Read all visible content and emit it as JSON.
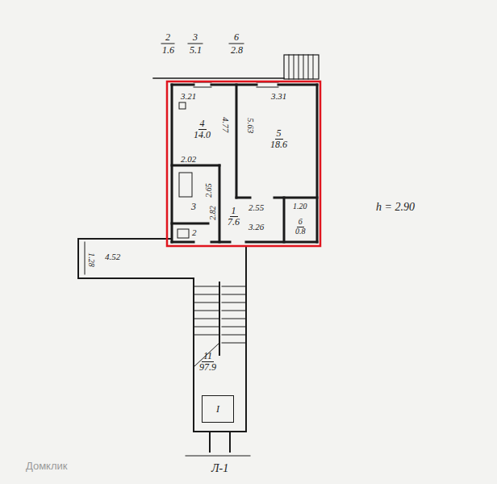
{
  "diagram": {
    "nodes": [
      {
        "text": [
          "4",
          "14.0"
        ]
      },
      {
        "text": [
          "5",
          "18.6"
        ]
      },
      {
        "text": [
          "3"
        ]
      },
      {
        "text": [
          "2"
        ]
      },
      {
        "text": [
          "1",
          "7.6"
        ]
      },
      {
        "text": [
          "6",
          "0.8"
        ]
      },
      {
        "text": [
          "11",
          "97.9"
        ]
      },
      {
        "text": [
          "I"
        ]
      }
    ],
    "labels": [
      "2",
      "1.6",
      "3",
      "5.1",
      "6",
      "2.8",
      "3.21",
      "4.77",
      "3.31",
      "5.63",
      "2.02",
      "2.65",
      "2.82",
      "2.55",
      "3.26",
      "1.20",
      "h = 2.90",
      "4.52",
      "1.28",
      "Л-1",
      "Домклик"
    ]
  }
}
